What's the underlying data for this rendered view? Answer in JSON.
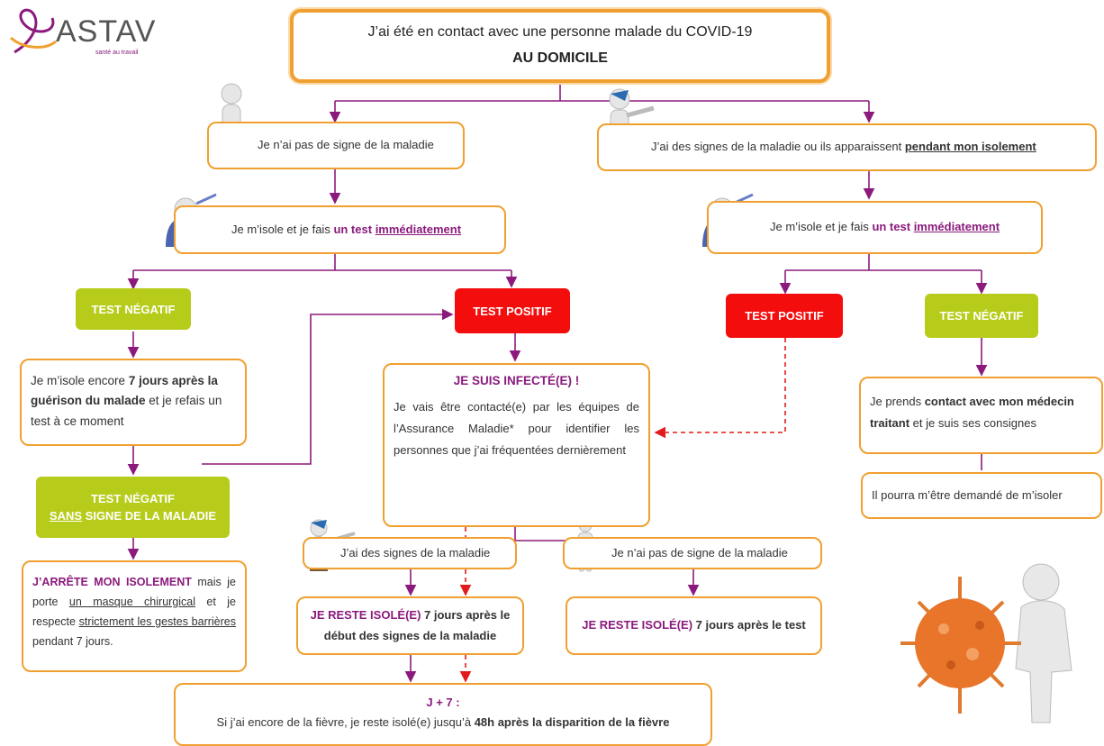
{
  "logo": {
    "name": "ASTAV",
    "tagline": "santé au travail"
  },
  "title": {
    "line1": "J’ai été en contact avec une personne malade du COVID-19",
    "line2": "AU DOMICILE"
  },
  "left": {
    "no_signs": "Je n’ai pas de signe de la maladie",
    "isolate_test": {
      "pre": "Je m’isole et je fais ",
      "b1": "un test",
      "b2": "immédiatement"
    },
    "test_negatif": "TEST NÉGATIF",
    "test_positif": "TEST POSITIF",
    "iso_more": {
      "pre": "Je m’isole encore ",
      "b": "7 jours après la guérison du malade",
      "post": " et je refais un test à ce moment"
    },
    "neg_no_sign": {
      "line1": "TEST NÉGATIF",
      "sans": "SANS",
      "rest": " SIGNE DE LA MALADIE"
    },
    "stop_iso": {
      "b": "J’ARRÊTE MON ISOLEMENT",
      "t1": " mais je porte ",
      "u1": "un masque chirurgical",
      "t2": " et je respecte ",
      "u2": "strictement les gestes barrières ",
      "t3": "pendant 7 jours."
    }
  },
  "right": {
    "signs": {
      "pre": "J’ai des signes de la maladie ou ils apparaissent ",
      "u": "pendant mon isolement"
    },
    "isolate_test": {
      "pre": "Je m’isole et je fais ",
      "b1": "un test",
      "b2": "immédiatement"
    },
    "test_positif": "TEST POSITIF",
    "test_negatif": "TEST NÉGATIF",
    "contact_doctor": {
      "pre": "Je prends ",
      "b": "contact avec mon médecin traitant",
      "post": " et je suis ses consignes"
    },
    "may_isolate": "Il pourra m’être demandé de m’isoler"
  },
  "center": {
    "infected_title": "JE SUIS INFECTÉ(E) !",
    "infected_body": "Je vais être contacté(e) par les équipes de l’Assurance Maladie* pour identifier les personnes que j’ai fréquentées dernièrement",
    "has_signs": "J’ai des signes de la maladie",
    "no_signs": "Je n’ai pas de signe de la maladie",
    "stay_iso_signs": {
      "b": "JE RESTE ISOLÉ(E)",
      "t": "  7 jours après le début des signes de la maladie"
    },
    "stay_iso_test": {
      "b": "JE RESTE ISOLÉ(E)",
      "t": "  7 jours après le test"
    },
    "j7": {
      "title": "J + 7 :",
      "pre": "Si j’ai encore de la fièvre, je reste isolé(e) jusqu’à ",
      "b": "48h après la disparition de la fièvre"
    }
  },
  "colors": {
    "orange": "#f0a030",
    "purple": "#8b1a7c",
    "green": "#b7cc1a",
    "red": "#f30d0d"
  }
}
